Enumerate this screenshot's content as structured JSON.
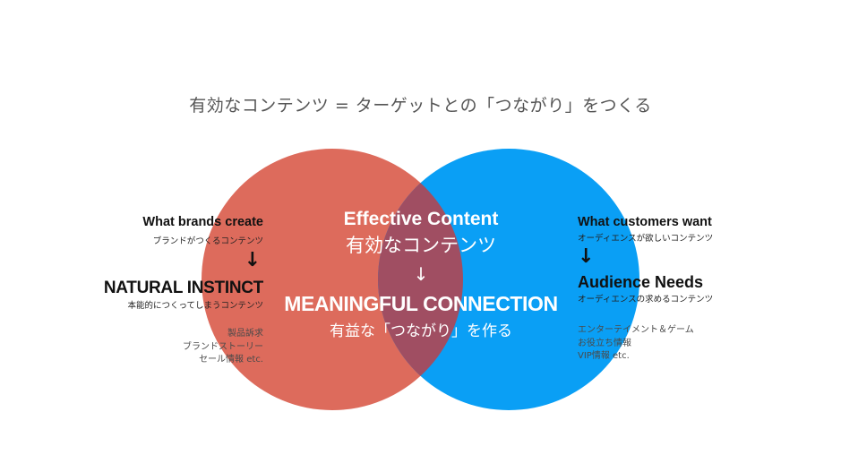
{
  "title": "有効なコンテンツ = ターゲットとの「つながり」をつくる",
  "colors": {
    "left_circle": "#dd6b5c",
    "right_circle": "#0a9ff5",
    "overlap": "#a04e62"
  },
  "left": {
    "heading": "What brands create",
    "heading_sub": "ブランドがつくるコンテンツ",
    "arrow": "↓",
    "big": "NATURAL INSTINCT",
    "big_sub": "本能的につくってしまうコンテンツ",
    "examples": [
      "製品訴求",
      "ブランドストーリー",
      "セール情報 etc."
    ]
  },
  "right": {
    "heading": "What customers want",
    "heading_sub": "オーディエンスが欲しいコンテンツ",
    "arrow": "↓",
    "big": "Audience Needs",
    "big_sub": "オーディエンスの求めるコンテンツ",
    "examples": [
      "エンターテイメント＆ゲーム",
      "お役立ち情報",
      "VIP情報  etc."
    ]
  },
  "center": {
    "en": "Effective Content",
    "ja": "有効なコンテンツ",
    "arrow": "↓",
    "big": "MEANINGFUL CONNECTION",
    "big_ja": "有益な「つながり」を作る"
  }
}
